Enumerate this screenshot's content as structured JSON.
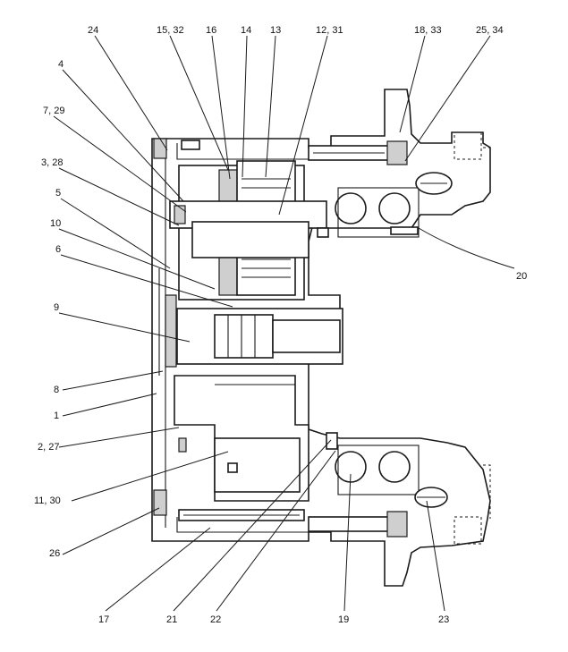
{
  "callouts": [
    {
      "id": "c24",
      "label": "24"
    },
    {
      "id": "c15",
      "label": "15, 32"
    },
    {
      "id": "c16",
      "label": "16"
    },
    {
      "id": "c14",
      "label": "14"
    },
    {
      "id": "c13",
      "label": "13"
    },
    {
      "id": "c12",
      "label": "12, 31"
    },
    {
      "id": "c18",
      "label": "18, 33"
    },
    {
      "id": "c25",
      "label": "25, 34"
    },
    {
      "id": "c4",
      "label": "4"
    },
    {
      "id": "c7",
      "label": "7, 29"
    },
    {
      "id": "c3",
      "label": "3, 28"
    },
    {
      "id": "c5",
      "label": "5"
    },
    {
      "id": "c10",
      "label": "10"
    },
    {
      "id": "c6",
      "label": "6"
    },
    {
      "id": "c9",
      "label": "9"
    },
    {
      "id": "c8",
      "label": "8"
    },
    {
      "id": "c1",
      "label": "1"
    },
    {
      "id": "c2",
      "label": "2, 27"
    },
    {
      "id": "c11",
      "label": "11, 30"
    },
    {
      "id": "c26",
      "label": "26"
    },
    {
      "id": "c17",
      "label": "17"
    },
    {
      "id": "c21",
      "label": "21"
    },
    {
      "id": "c22",
      "label": "22"
    },
    {
      "id": "c19",
      "label": "19"
    },
    {
      "id": "c23",
      "label": "23"
    },
    {
      "id": "c20",
      "label": "20"
    }
  ]
}
